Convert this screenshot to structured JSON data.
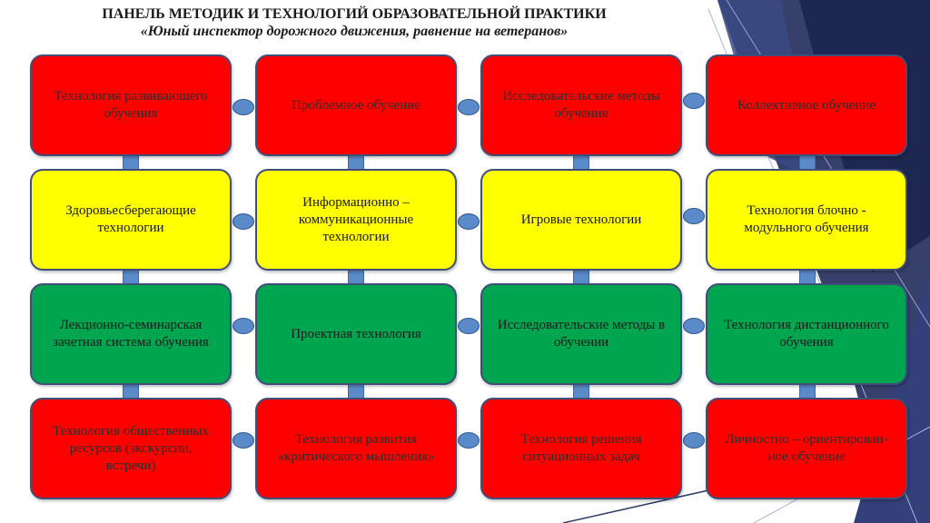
{
  "title": {
    "line1": "ПАНЕЛЬ МЕТОДИК И ТЕХНОЛОГИЙ ОБРАЗОВАТЕЛЬНОЙ ПРАКТИКИ",
    "line2": "«Юный инспектор дорожного движения, равнение на ветеранов»"
  },
  "colors": {
    "red": "#ff0000",
    "yellow": "#ffff00",
    "green": "#00a550",
    "connector": "#5b8ac9",
    "border": "#3f4f7a"
  },
  "rows": [
    {
      "color": "red",
      "cards": [
        "Технология развивающего обучения",
        "Проблемное  обучение",
        "Исследовательские методы обучения",
        "Коллективное обучение"
      ]
    },
    {
      "color": "yellow",
      "cards": [
        "Здоровьесберегающие технологии",
        "Информационно – коммуникационные технологии",
        "Игровые технологии",
        "Технология блочно - модульного  обучения"
      ]
    },
    {
      "color": "green",
      "cards": [
        "Лекционно-семинарская зачетная система обучения",
        "Проектная технология",
        "Исследовательские методы в обучении",
        "Технология дистанционного обучения"
      ]
    },
    {
      "color": "red",
      "cards": [
        "Технология общественных ресурсов (экскурсии, встречи)",
        "Технология развития «критического мышления»",
        "Технология решения ситуационных задач",
        "Личностно – ориентирован-ное обучение"
      ]
    }
  ]
}
